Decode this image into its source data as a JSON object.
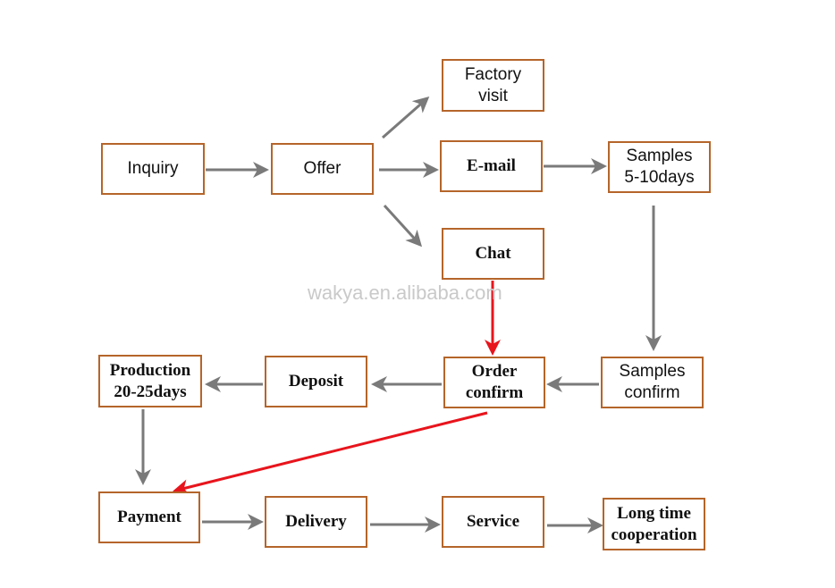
{
  "nodes": {
    "inquiry": "Inquiry",
    "offer": "Offer",
    "factory_visit": "Factory\nvisit",
    "email": "E-mail",
    "chat": "Chat",
    "samples_days": "Samples\n5-10days",
    "samples_confirm": "Samples\nconfirm",
    "order_confirm": "Order\nconfirm",
    "deposit": "Deposit",
    "production": "Production\n20-25days",
    "payment": "Payment",
    "delivery": "Delivery",
    "service": "Service",
    "long_time": "Long time\ncooperation"
  },
  "watermark": "wakya.en.alibaba.com",
  "colors": {
    "box_border": "#b5652a",
    "arrow_gray": "#7a7a7a",
    "arrow_red": "#e8141c"
  }
}
